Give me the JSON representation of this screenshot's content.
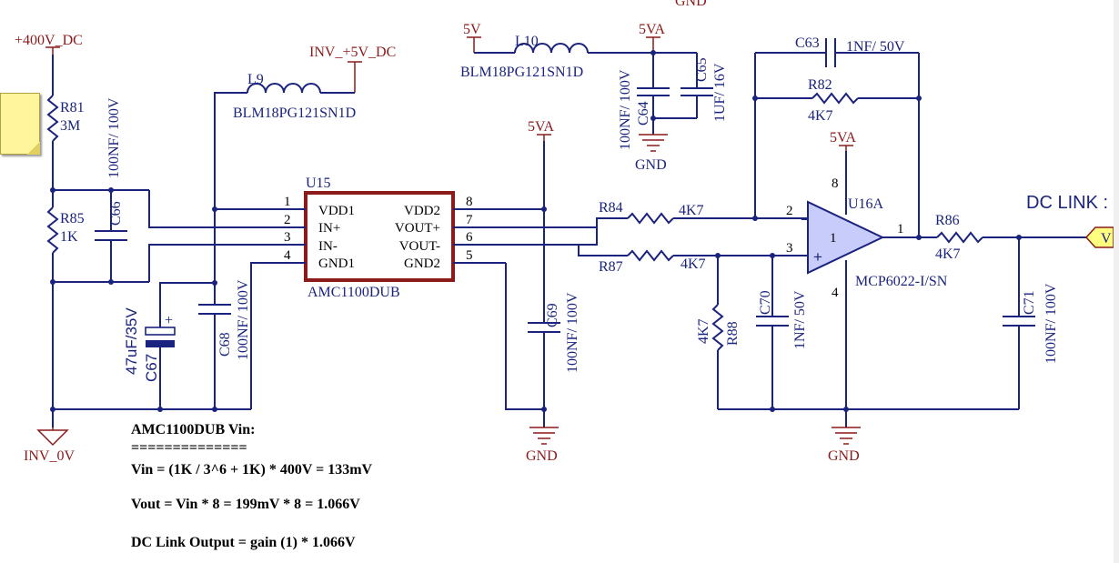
{
  "nets": {
    "plus400": "+400V_DC",
    "inv5": "INV_+5V_DC",
    "v5": "5V",
    "v5a_top": "5VA",
    "v5a_mid": "5VA",
    "v5a_op": "5VA",
    "gnd_top": "GND",
    "gnd_cut": "GND",
    "gnd_mid": "GND",
    "gnd_op": "GND",
    "inv0": "INV_0V",
    "dclink": "DC LINK :",
    "port_letter": "V"
  },
  "components": {
    "r81": {
      "ref": "R81",
      "value": "3M"
    },
    "r85": {
      "ref": "R85",
      "value": "1K"
    },
    "c66": {
      "ref": "C66",
      "value": "100NF/ 100V"
    },
    "l9": {
      "ref": "L9",
      "value": "BLM18PG121SN1D"
    },
    "l10": {
      "ref": "L10",
      "value": "BLM18PG121SN1D"
    },
    "c64": {
      "ref": "C64",
      "value": "100NF/ 100V"
    },
    "c65": {
      "ref": "C65",
      "value": "1UF/ 16V"
    },
    "c67": {
      "ref": "C67",
      "value": "47uF/35V"
    },
    "c68": {
      "ref": "C68",
      "value": "100NF/ 100V"
    },
    "c69": {
      "ref": "C69",
      "value": "100NF/ 100V"
    },
    "c63": {
      "ref": "C63",
      "value": "1NF/ 50V"
    },
    "r82": {
      "ref": "R82",
      "value": "4K7"
    },
    "r84": {
      "ref": "R84",
      "value": "4K7"
    },
    "r87": {
      "ref": "R87",
      "value": "4K7"
    },
    "r88": {
      "ref": "R88",
      "value": "4K7"
    },
    "c70": {
      "ref": "C70",
      "value": "1NF/ 50V"
    },
    "r86": {
      "ref": "R86",
      "value": "4K7"
    },
    "c71": {
      "ref": "C71",
      "value": "100NF/ 100V"
    }
  },
  "u15": {
    "ref": "U15",
    "part": "AMC1100DUB",
    "pins_left": [
      {
        "num": "1",
        "name": "VDD1"
      },
      {
        "num": "2",
        "name": "IN+"
      },
      {
        "num": "3",
        "name": "IN-"
      },
      {
        "num": "4",
        "name": "GND1"
      }
    ],
    "pins_right": [
      {
        "num": "8",
        "name": "VDD2"
      },
      {
        "num": "7",
        "name": "VOUT+"
      },
      {
        "num": "6",
        "name": "VOUT-"
      },
      {
        "num": "5",
        "name": "GND2"
      }
    ]
  },
  "u16": {
    "ref": "U16A",
    "part": "MCP6022-I/SN",
    "unit": "1",
    "pin_vdd": "8",
    "pin_gnd": "4",
    "pin_inv": "2",
    "pin_noninv": "3",
    "pin_out": "1",
    "minus_sign": "−",
    "plus_sign": "+"
  },
  "polarity_mark": "+",
  "note": {
    "title": "AMC1100DUB Vin:",
    "rule": "==============",
    "line1": "Vin = (1K / 3^6 + 1K) * 400V = 133mV",
    "line2": "Vout = Vin * 8 = 199mV * 8 = 1.066V",
    "line3": "DC Link Output = gain (1) * 1.066V"
  }
}
